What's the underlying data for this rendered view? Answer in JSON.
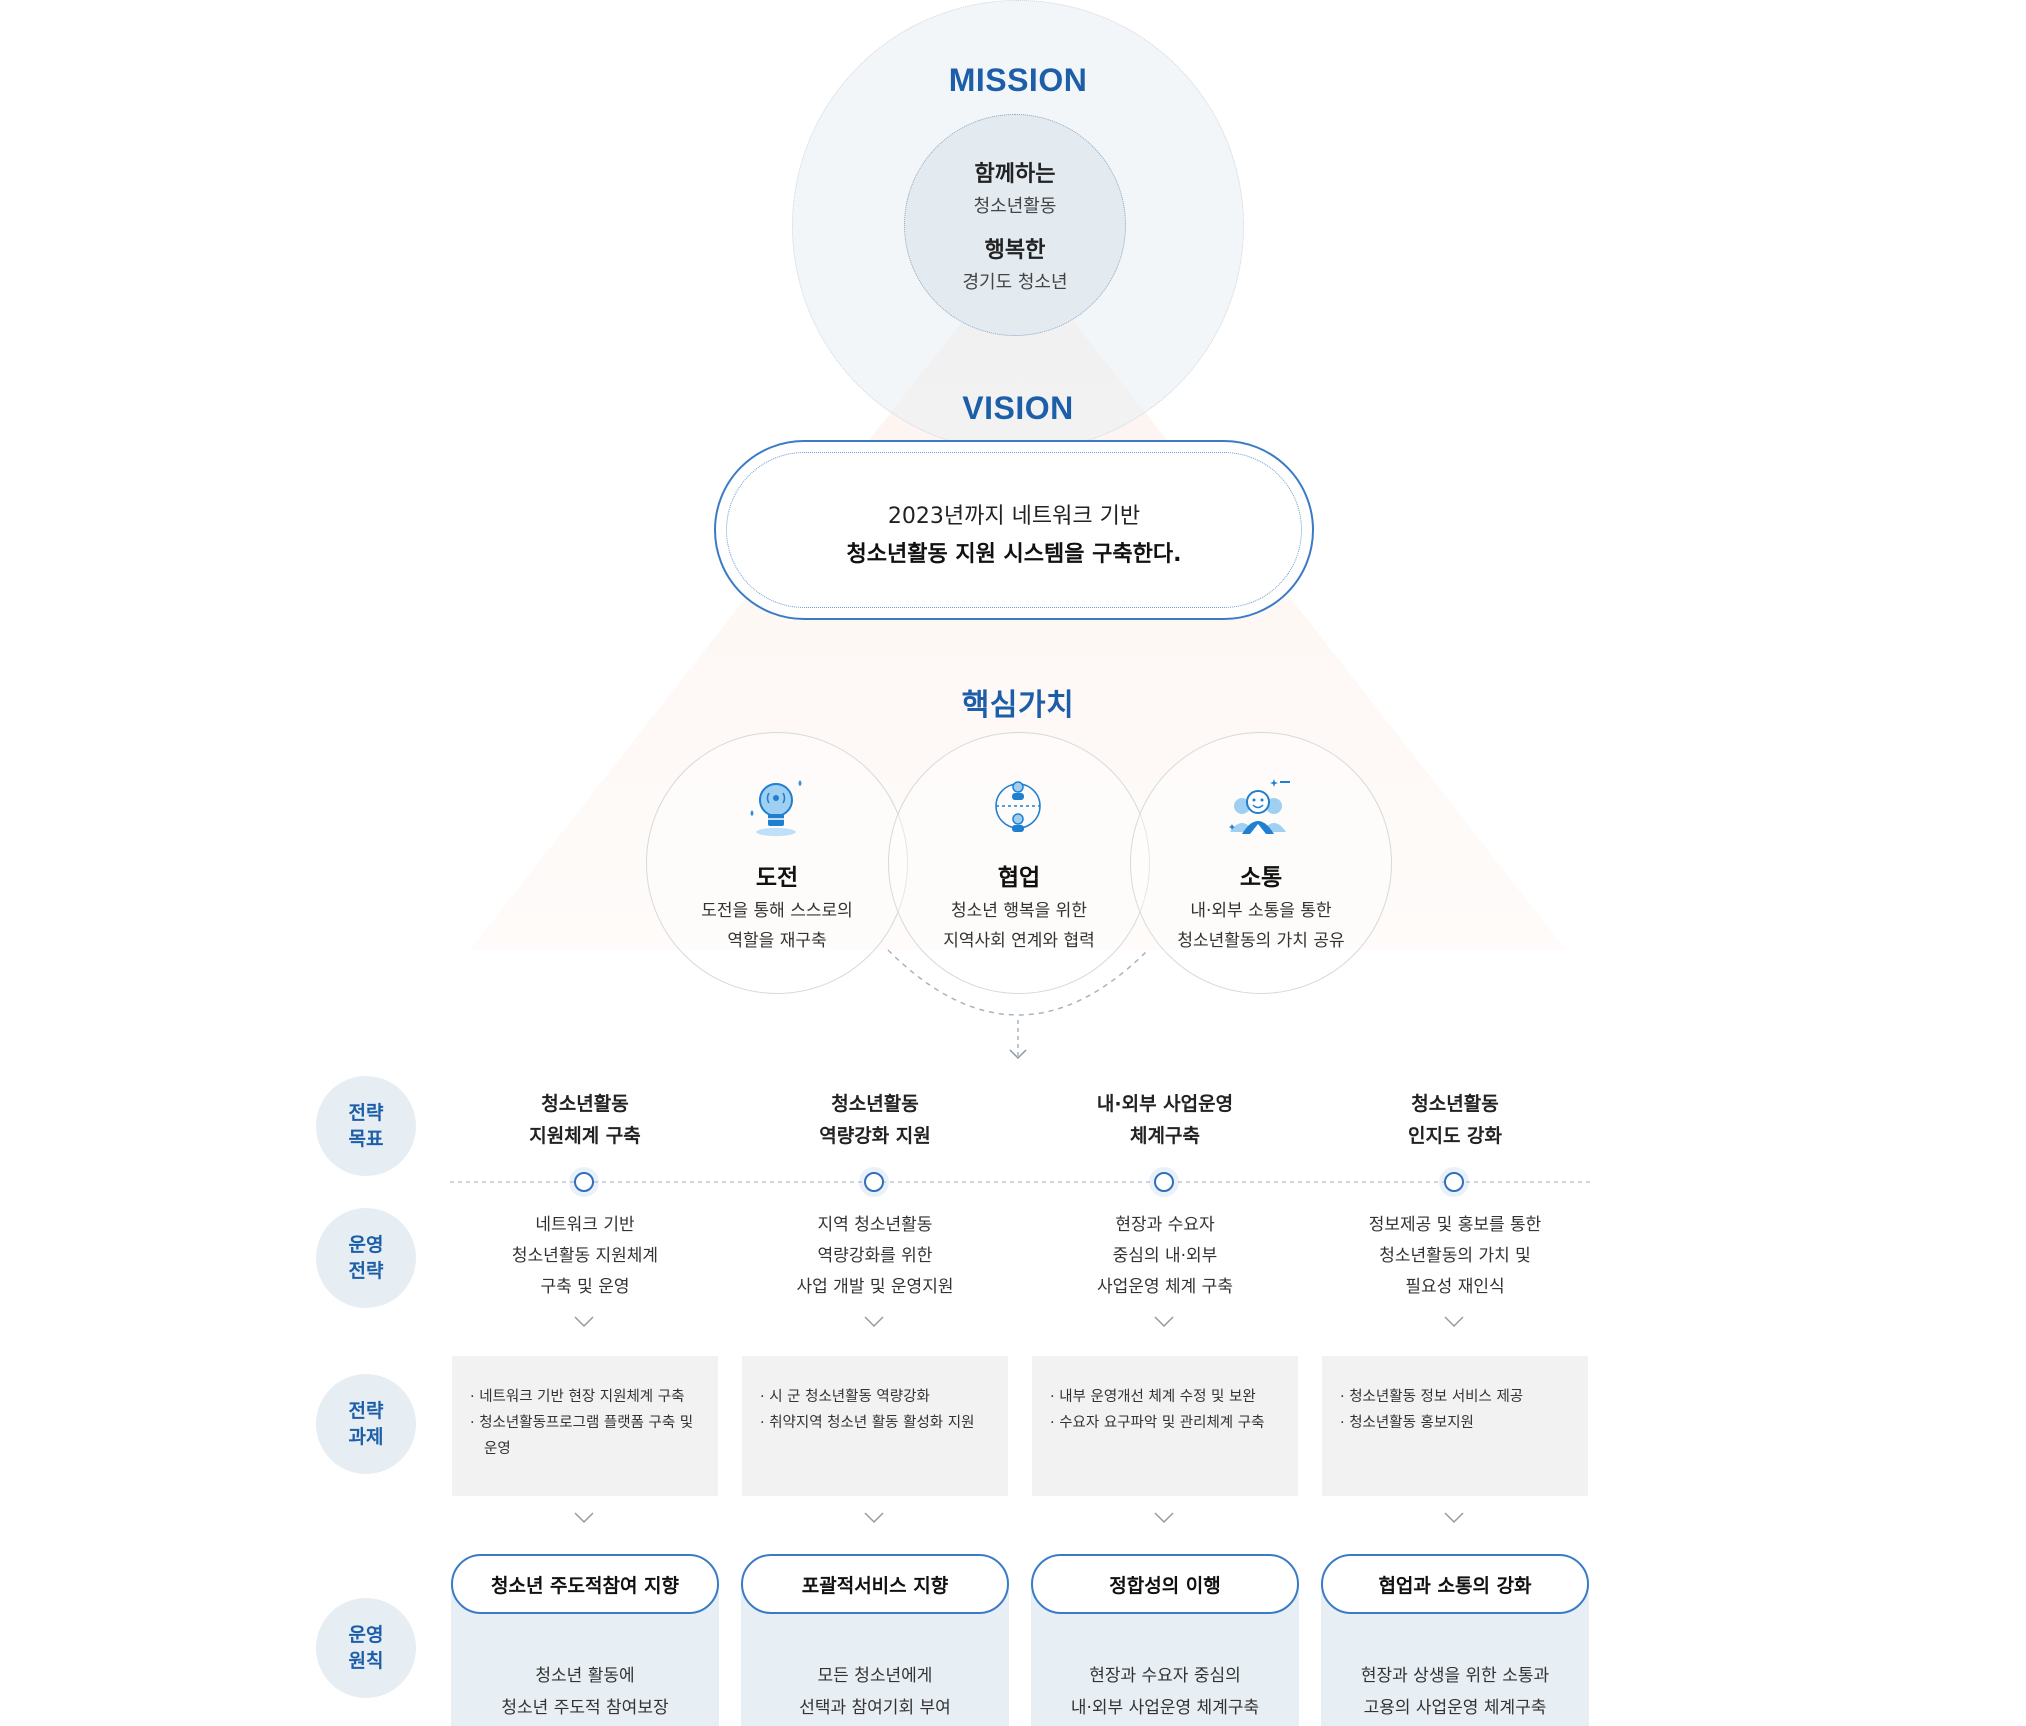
{
  "mission": {
    "title": "MISSION",
    "line1_strong": "함께하는",
    "line1_sub": "청소년활동",
    "line2_strong": "행복한",
    "line2_sub": "경기도 청소년"
  },
  "vision": {
    "title": "VISION",
    "line1": "2023년까지 네트워크 기반",
    "line2": "청소년활동 지원 시스템을 구축한다."
  },
  "core_values": {
    "title": "핵심가치",
    "items": [
      {
        "icon": "lightbulb-icon",
        "title": "도전",
        "desc1": "도전을 통해 스스로의",
        "desc2": "역할을 재구축"
      },
      {
        "icon": "collaboration-icon",
        "title": "협업",
        "desc1": "청소년 행복을 위한",
        "desc2": "지역사회 연계와 협력"
      },
      {
        "icon": "people-icon",
        "title": "소통",
        "desc1": "내·외부 소통을 통한",
        "desc2": "청소년활동의 가치 공유"
      }
    ]
  },
  "row_labels": {
    "goals": [
      "전략",
      "목표"
    ],
    "strategies": [
      "운영",
      "전략"
    ],
    "tasks": [
      "전략",
      "과제"
    ],
    "principles": [
      "운영",
      "원칙"
    ]
  },
  "columns": [
    {
      "goal": [
        "청소년활동",
        "지원체계 구축"
      ],
      "strategy": [
        "네트워크 기반",
        "청소년활동 지원체계",
        "구축 및 운영"
      ],
      "tasks": [
        "· 네트워크 기반 현장 지원체계 구축",
        "· 청소년활동프로그램 플랫폼 구축 및 운영"
      ],
      "principle_title": "청소년 주도적참여 지향",
      "principle_desc": [
        "청소년 활동에",
        "청소년 주도적 참여보장"
      ]
    },
    {
      "goal": [
        "청소년활동",
        "역량강화 지원"
      ],
      "strategy": [
        "지역 청소년활동",
        "역량강화를 위한",
        "사업 개발 및 운영지원"
      ],
      "tasks": [
        "· 시 군 청소년활동 역량강화",
        "· 취약지역 청소년 활동 활성화 지원"
      ],
      "principle_title": "포괄적서비스 지향",
      "principle_desc": [
        "모든 청소년에게",
        "선택과 참여기회 부여"
      ]
    },
    {
      "goal": [
        "내·외부 사업운영",
        "체계구축"
      ],
      "strategy": [
        "현장과 수요자",
        "중심의 내·외부",
        "사업운영 체계 구축"
      ],
      "tasks": [
        "· 내부 운영개선 체계 수정 및 보완",
        "· 수요자 요구파악 및 관리체계 구축"
      ],
      "principle_title": "정합성의 이행",
      "principle_desc": [
        "현장과 수요자 중심의",
        "내·외부 사업운영 체계구축"
      ]
    },
    {
      "goal": [
        "청소년활동",
        "인지도 강화"
      ],
      "strategy": [
        "정보제공 및 홍보를 통한",
        "청소년활동의 가치 및",
        "필요성 재인식"
      ],
      "tasks": [
        "· 청소년활동 정보 서비스 제공",
        "· 청소년활동 홍보지원"
      ],
      "principle_title": "협업과 소통의 강화",
      "principle_desc": [
        "현장과 상생을 위한 소통과",
        "고용의 사업운영 체계구축"
      ]
    }
  ],
  "colors": {
    "accent_blue": "#1d5ea8",
    "border_blue": "#3a7bc8",
    "label_bg": "#e6eef4",
    "task_bg": "#f2f2f2",
    "principle_bg": "#e8eff4"
  }
}
